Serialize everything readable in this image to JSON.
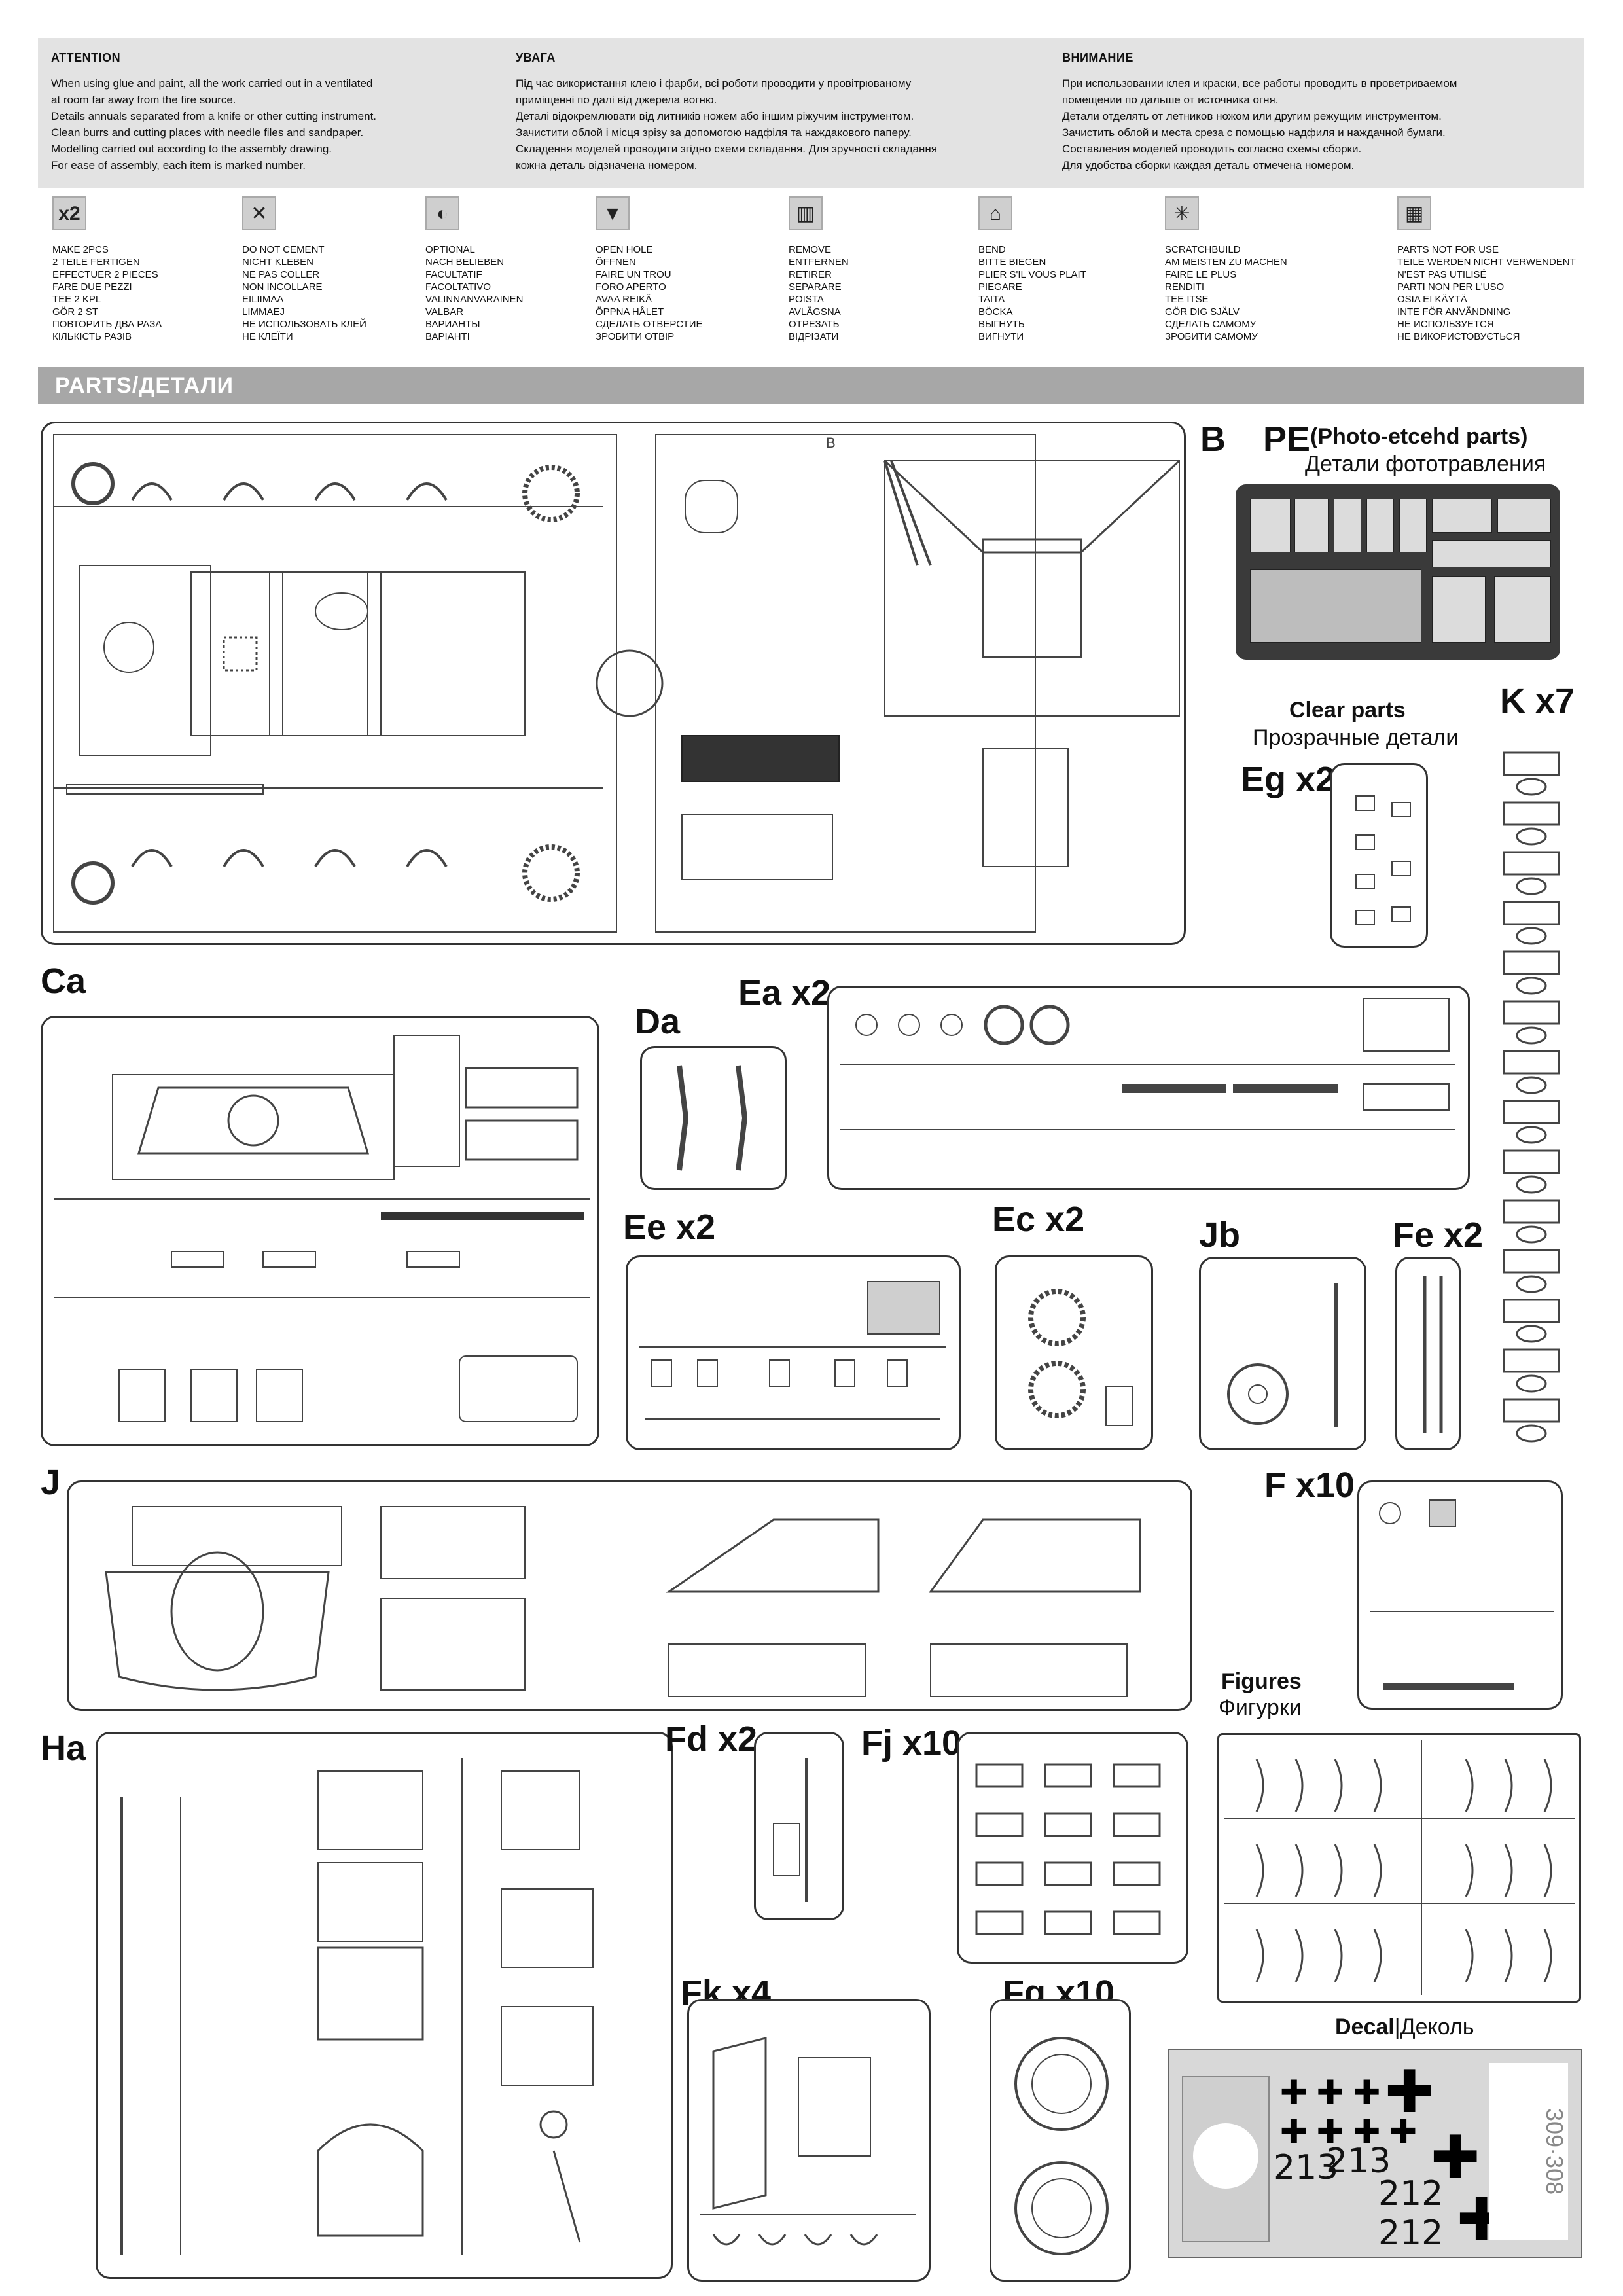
{
  "attention": {
    "en": {
      "title": "ATTENTION",
      "lines": [
        "When using glue and paint, all the work carried out in a ventilated",
        "at room far away from the fire source.",
        "Details annuals separated from a knife or other cutting instrument.",
        "Clean burrs and cutting places with needle files and sandpaper.",
        "Modelling carried out according to the assembly drawing.",
        "For ease of assembly, each item is marked number."
      ]
    },
    "ua": {
      "title": "УВАГА",
      "lines": [
        "Під час використання клею і фарби, всі роботи проводити у провітрюваному",
        "приміщенні по далі від джерела вогню.",
        "Деталі відокремлювати від литників ножем або іншим ріжучим інструментом.",
        "Зачистити облой і місця зрізу за допомогою надфіля та наждакового паперу.",
        "Складення моделей проводити згідно схеми складання. Для зручності складання",
        "кожна деталь відзначена номером."
      ]
    },
    "ru": {
      "title": "ВНИМАНИЕ",
      "lines": [
        "При использовании клея и краски, все работы проводить в проветриваемом",
        "помещении по дальше от источника огня.",
        "Детали отделять от летников ножом или другим режущим инструментом.",
        "Зачистить облой и места среза с помощью надфиля и наждачной бумаги.",
        "Составления моделей проводить согласно схемы сборки.",
        "Для удобства сборки каждая деталь отмечена номером."
      ]
    }
  },
  "legend": [
    {
      "icon": "x2",
      "icon_name": "make-two-icon",
      "lines": [
        "MAKE 2pcs",
        "2 TEILE FERTIGEN",
        "EFFECTUER 2 PIECES",
        "FARE DUE PEZZI",
        "TEE 2 KPL",
        "GÖR 2 ST",
        "ПОВТОРИТЬ ДВА РАЗА",
        "КІЛЬКІСТЬ РАЗІВ"
      ]
    },
    {
      "icon": "✕",
      "icon_name": "do-not-cement-icon",
      "lines": [
        "DO NOT CEMENT",
        "NICHT KLEBEN",
        "NE PAS COLLER",
        "NON INCOLLARE",
        "EILIIMAA",
        "LIMMAEJ",
        "НЕ ИСПОЛЬЗОВАТЬ КЛЕЙ",
        "НЕ КЛЕЇТИ"
      ]
    },
    {
      "icon": "◐",
      "icon_name": "optional-icon",
      "lines": [
        "OPTIONAL",
        "NACH BELIEBEN",
        "FACULTATIF",
        "FACOLTATIVO",
        "VALINNANVARAINEN",
        "VALBAR",
        "ВАРИАНТЫ",
        "ВАРІАНТІ"
      ]
    },
    {
      "icon": "▼",
      "icon_name": "open-hole-icon",
      "lines": [
        "OPEN HOLE",
        "ÖFFNEN",
        "FAIRE UN TROU",
        "FORO APERTO",
        "AVAA REIKÄ",
        "ÖPPNA HÅLET",
        "СДЕЛАТЬ ОТВЕРСТИЕ",
        "ЗРОБИТИ ОТВІР"
      ]
    },
    {
      "icon": "▥",
      "icon_name": "remove-icon",
      "lines": [
        "REMOVE",
        "ENTFERNEN",
        "RETIRER",
        "SEPARARE",
        "POISTA",
        "AVLÄGSNA",
        "ОТРЕЗАТЬ",
        "ВІДРІЗАТИ"
      ]
    },
    {
      "icon": "⌂",
      "icon_name": "bend-icon",
      "lines": [
        "BEND",
        "BITTE BIEGEN",
        "PLIER S'IL VOUS PLAIT",
        "PIEGARE",
        "TAITA",
        "BÖCKA",
        "ВЫГНУТЬ",
        "ВИГНУТИ"
      ]
    },
    {
      "icon": "✳",
      "icon_name": "scratchbuild-icon",
      "lines": [
        "SCRATCHBUILD",
        "AM MEISTEN ZU MACHEN",
        "FAIRE LE PLUS",
        "RENDITI",
        "TEE ITSE",
        "GÖR DIG SJÄLV",
        "СДЕЛАТЬ САМОМУ",
        "ЗРОБИТИ САМОМУ"
      ]
    },
    {
      "icon": "▦",
      "icon_name": "not-for-use-icon",
      "lines": [
        "PARTS NOT FOR USE",
        "TEILE WERDEN NICHT VERWENDENT",
        "N'EST PAS UTILISÉ",
        "PARTI NON PER L'USO",
        "OSIA EI KÄYTÄ",
        "INTE FÖR ANVÄNDNING",
        "НЕ ИСПОЛЬЗУЕТСЯ",
        "НЕ ВИКОРИСТОВУЄТЬСЯ"
      ]
    }
  ],
  "parts_header": "PARTS/ДЕТАЛИ",
  "sprues": {
    "B": "B",
    "PE": "PE",
    "PE_sub1": "(Photo-etcehd parts)",
    "PE_sub2": "Детали фототравления",
    "clear1": "Clear parts",
    "clear2": "Прозрачные детали",
    "K": "K x7",
    "Eg": "Eg x2",
    "Ca": "Ca",
    "Da": "Da",
    "Ea": "Ea x2",
    "Ee": "Ee x2",
    "Ec": "Ec x2",
    "Jb": "Jb",
    "Fe": "Fe x2",
    "J": "J",
    "F": "F x10",
    "figures1": "Figures",
    "figures2": "Фигурки",
    "Ha": "Ha",
    "Fd": "Fd x2",
    "Fj": "Fj x10",
    "Fk": "Fk x4",
    "Fg": "Fg x10",
    "decal_title": "Decal",
    "decal_title_ru": "|Деколь"
  },
  "decal": {
    "nums": [
      "213",
      "213",
      "212",
      "212"
    ],
    "stripe": "309·308"
  }
}
